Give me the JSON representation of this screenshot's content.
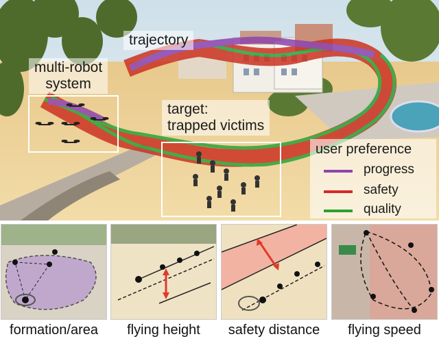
{
  "main": {
    "trajectory_label": "trajectory",
    "multi_robot_label": "multi-robot\nsystem",
    "target_label": "target:\ntrapped victims",
    "legend": {
      "title": "user preference",
      "items": [
        {
          "label": "progress",
          "color": "#8e44ad"
        },
        {
          "label": "safety",
          "color": "#d62728"
        },
        {
          "label": "quality",
          "color": "#2ca02c"
        }
      ]
    }
  },
  "panels": [
    {
      "caption": "formation/area"
    },
    {
      "caption": "flying height"
    },
    {
      "caption": "safety distance"
    },
    {
      "caption": "flying speed"
    }
  ]
}
